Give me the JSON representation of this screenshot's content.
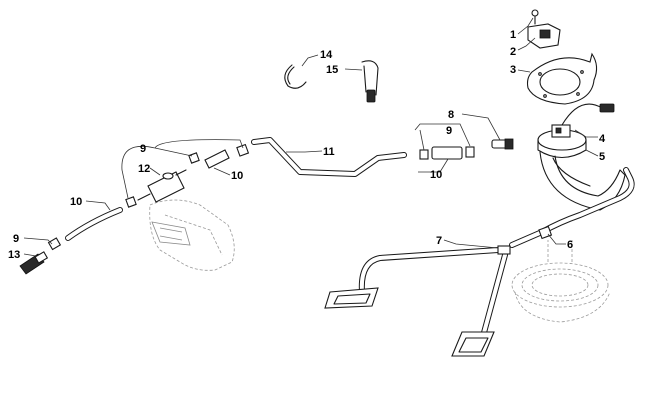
{
  "callouts": [
    {
      "id": "c1",
      "label": "1"
    },
    {
      "id": "c2",
      "label": "2"
    },
    {
      "id": "c3",
      "label": "3"
    },
    {
      "id": "c4",
      "label": "4"
    },
    {
      "id": "c5",
      "label": "5"
    },
    {
      "id": "c6",
      "label": "6"
    },
    {
      "id": "c7",
      "label": "7"
    },
    {
      "id": "c8",
      "label": "8"
    },
    {
      "id": "c9a",
      "label": "9"
    },
    {
      "id": "c9b",
      "label": "9"
    },
    {
      "id": "c9c",
      "label": "9"
    },
    {
      "id": "c10a",
      "label": "10"
    },
    {
      "id": "c10b",
      "label": "10"
    },
    {
      "id": "c10c",
      "label": "10"
    },
    {
      "id": "c11",
      "label": "11"
    },
    {
      "id": "c12",
      "label": "12"
    },
    {
      "id": "c13",
      "label": "13"
    },
    {
      "id": "c14",
      "label": "14"
    },
    {
      "id": "c15",
      "label": "15"
    }
  ]
}
